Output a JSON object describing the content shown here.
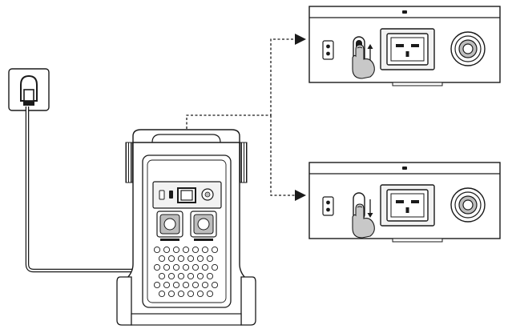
{
  "diagram": {
    "colors": {
      "line": "#1a1a1a",
      "panel": "#f2f2f2",
      "shade": "#bdbdbd",
      "dark": "#555555",
      "hand": "#c8c8c8"
    },
    "wall_outlet": {
      "icon": "wall-socket-icon"
    },
    "power_cable": {
      "icon": "power-cable-icon"
    },
    "power_station": {
      "icon": "power-station-icon"
    },
    "callouts": [
      {
        "icon": "ac-panel-detail",
        "switch_position": "up",
        "arrow": "up-arrow-icon"
      },
      {
        "icon": "ac-panel-detail",
        "switch_position": "down",
        "arrow": "down-arrow-icon"
      }
    ]
  }
}
